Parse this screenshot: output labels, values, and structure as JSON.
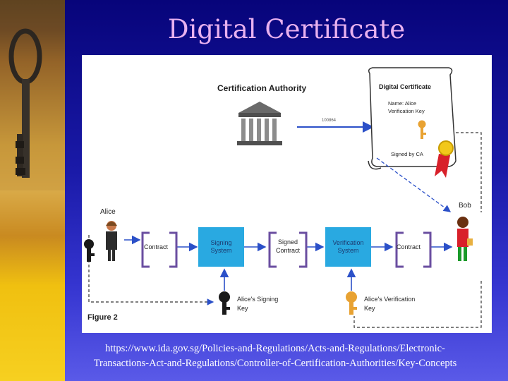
{
  "slide": {
    "title": "Digital Certificate"
  },
  "diagram": {
    "certification_authority": "Certification Authority",
    "small_label": "100864",
    "certificate": {
      "title": "Digital Certificate",
      "name_line": "Name: Alice",
      "key_line": "Verification Key",
      "signed_line": "Signed by CA"
    },
    "alice": "Alice",
    "bob": "Bob",
    "contract_left": "Contract",
    "signing_system_line1": "Signing",
    "signing_system_line2": "System",
    "signed_contract_line1": "Signed",
    "signed_contract_line2": "Contract",
    "verification_system_line1": "Verification",
    "verification_system_line2": "System",
    "contract_right": "Contract",
    "signing_key_line1": "Alice's Signing",
    "signing_key_line2": "Key",
    "verification_key_line1": "Alice's Verification",
    "verification_key_line2": "Key",
    "figure_label": "Figure 2"
  },
  "footer": {
    "line1": "https://www.ida.gov.sg/Policies-and-Regulations/Acts-and-Regulations/Electronic-",
    "line2": "Transactions-Act-and-Regulations/Controller-of-Certification-Authorities/Key-Concepts"
  },
  "colors": {
    "title": "#e8b1ef",
    "system_box": "#29a9e1",
    "bracket": "#6a4ea0",
    "arrow": "#2b50c8",
    "ribbon": "#d8202a"
  }
}
